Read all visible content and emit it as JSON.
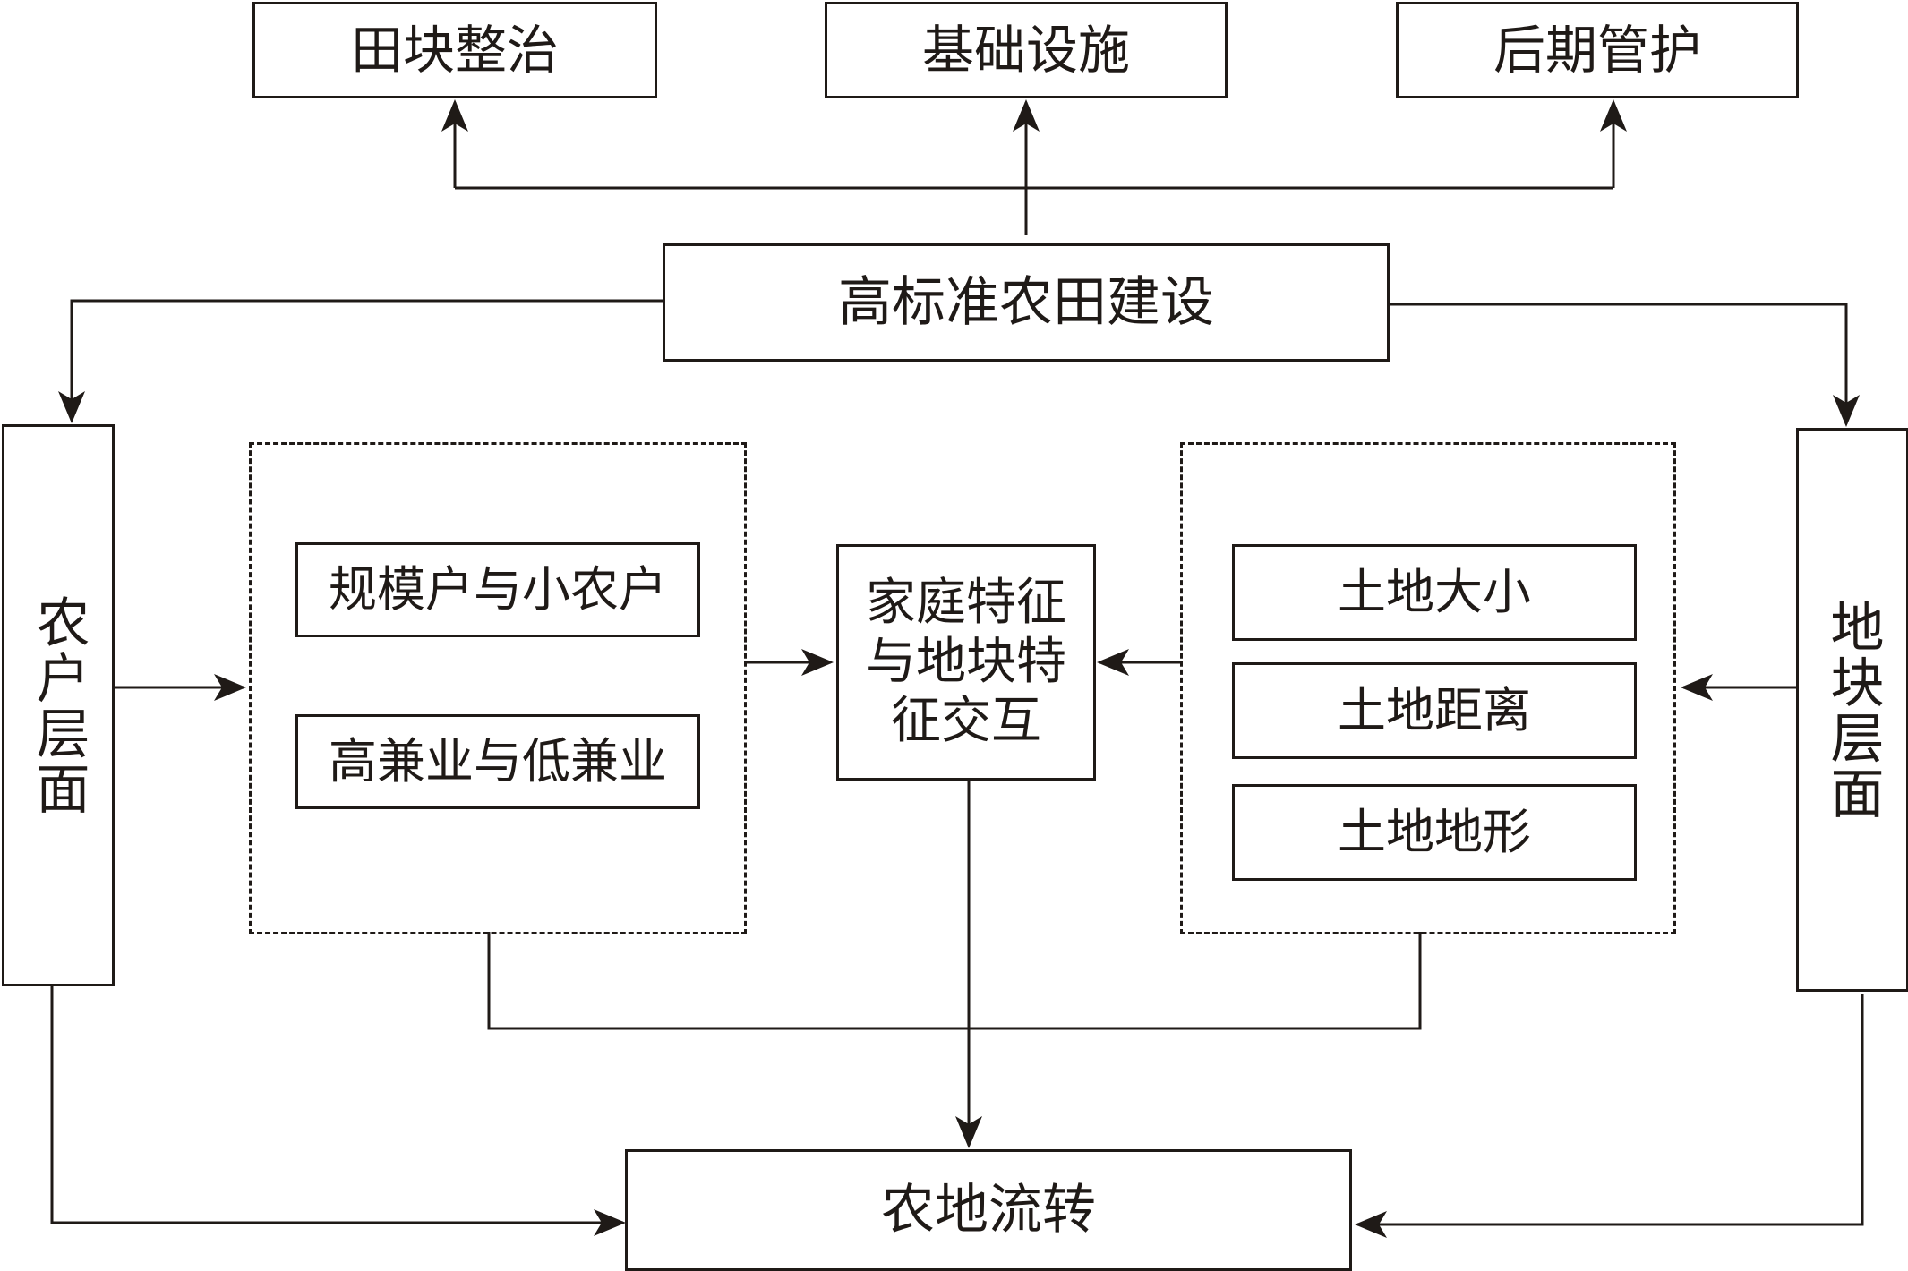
{
  "diagram": {
    "top": {
      "left": "田块整治",
      "middle": "基础设施",
      "right": "后期管护"
    },
    "center_title": "高标准农田建设",
    "left_level": "农户层面",
    "right_level": "地块层面",
    "household_items": [
      "规模户与小农户",
      "高兼业与低兼业"
    ],
    "interaction_lines": [
      "家庭特征",
      "与地块特",
      "征交互"
    ],
    "plot_items": [
      "土地大小",
      "土地距离",
      "土地地形"
    ],
    "bottom": "农地流转"
  },
  "colors": {
    "stroke": "#1f1a17",
    "background": "#ffffff"
  }
}
